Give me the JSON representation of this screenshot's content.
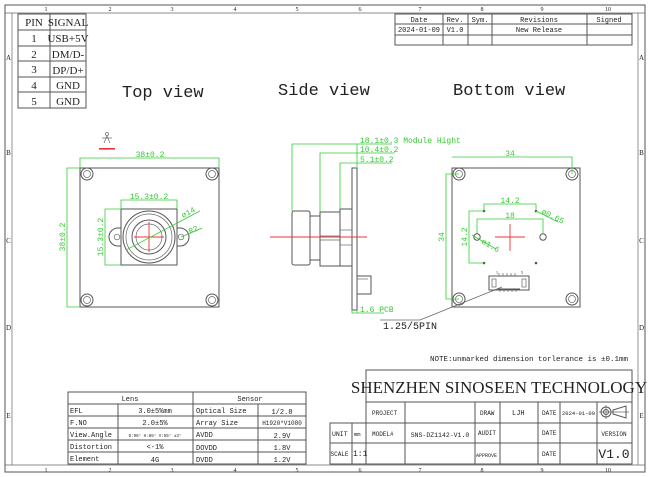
{
  "ruler": {
    "columns": [
      "1",
      "2",
      "3",
      "4",
      "5",
      "6",
      "7",
      "8",
      "9",
      "10"
    ],
    "rows": [
      "A",
      "B",
      "C",
      "D",
      "E"
    ]
  },
  "pin_table": {
    "headers": [
      "PIN",
      "SIGNAL"
    ],
    "rows": [
      [
        "1",
        "USB+5V"
      ],
      [
        "2",
        "DM/D-"
      ],
      [
        "3",
        "DP/D+"
      ],
      [
        "4",
        "GND"
      ],
      [
        "5",
        "GND"
      ]
    ]
  },
  "revision_table": {
    "headers": [
      "Date",
      "Rev.",
      "Sym.",
      "Revisions",
      "Signed"
    ],
    "rows": [
      [
        "2024-01-09",
        "V1.0",
        "",
        "New Release",
        ""
      ]
    ]
  },
  "views": {
    "top": "Top view",
    "side": "Side view",
    "bottom": "Bottom view"
  },
  "top_dims": {
    "width": "38±0.2",
    "height": "38±0.2",
    "holder_w": "15.3±0.2",
    "holder_h": "15.3±0.2",
    "lens_dia": "ø14",
    "hole": "R2"
  },
  "side_dims": {
    "module_height": "18.1±0.3 Module Hight",
    "d2": "10.4±0.2",
    "d3": "5.1±0.2",
    "pcb": "1.6 PCB",
    "connector": "1.25/5PIN"
  },
  "bottom_dims": {
    "width": "34",
    "height": "34",
    "hole_span": "14.2",
    "hole_span_v": "14.2",
    "mount_span": "18",
    "small_hole": "ø0.65",
    "mount_hole": "ø1.6",
    "pin_first": "1",
    "pin_last": "5"
  },
  "note": "NOTE:unmarked dimension torlerance is ±0.1mm",
  "specs": {
    "lens_header": "Lens",
    "sensor_header": "Sensor",
    "rows": [
      [
        "EFL",
        "3.0±5%mm",
        "Optical Size",
        "1/2.8"
      ],
      [
        "F.NO",
        "2.0±5%",
        "Array Size",
        "H1920*V1080"
      ],
      [
        "View.Angle",
        "D:96° H:85° V:55° ±3°",
        "AVDD",
        "2.9V"
      ],
      [
        "Distortion",
        "<-1%",
        "DOVDD",
        "1.8V"
      ],
      [
        "Element",
        "4G",
        "DVDD",
        "1.2V"
      ]
    ]
  },
  "unit_scale": {
    "unit_label": "UNIT",
    "unit": "mm",
    "scale_label": "SCALE",
    "scale": "1:1"
  },
  "title_block": {
    "company": "SHENZHEN SINOSEEN TECHNOLOGY",
    "project_label": "PROJECT",
    "project": "",
    "model_label": "MODEL#",
    "model": "SNS-DZ1142-V1.0",
    "draw_label": "DRAW",
    "draw": "LJH",
    "audit_label": "AUDIT",
    "approve_label": "APPROVE",
    "date_label": "DATE",
    "date": "2024-01-09",
    "version_label": "VERSION",
    "version": "V1.0"
  },
  "colors": {
    "dimension": "#33cc33",
    "centerline": "#ee3333",
    "outline": "#555555"
  }
}
